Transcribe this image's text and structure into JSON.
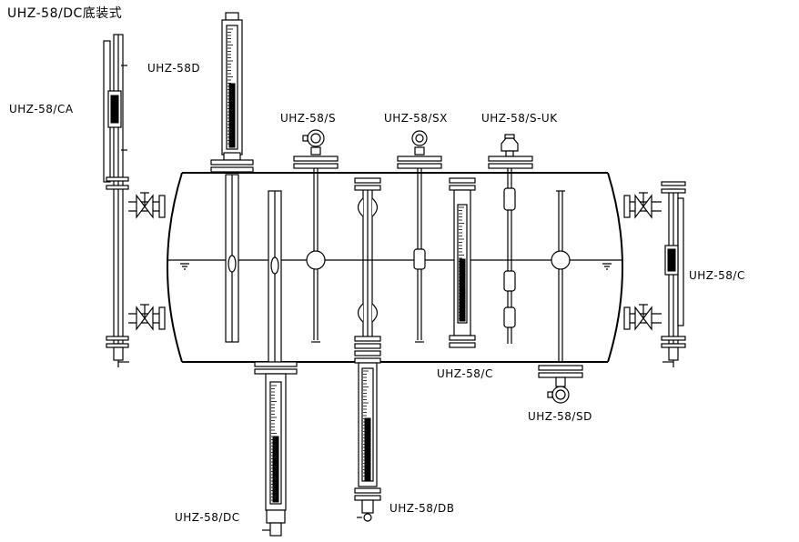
{
  "diagram": {
    "title": "UHZ-58/DC底装式",
    "labels": {
      "ca": "UHZ-58/CA",
      "d": "UHZ-58D",
      "s": "UHZ-58/S",
      "sx": "UHZ-58/SX",
      "suk": "UHZ-58/S-UK",
      "c_right": "UHZ-58/C",
      "c_center": "UHZ-58/C",
      "sd": "UHZ-58/SD",
      "dc": "UHZ-58/DC",
      "db": "UHZ-58/DB"
    },
    "colors": {
      "line": "#000000",
      "background": "#ffffff",
      "indicator": "#000000"
    }
  }
}
